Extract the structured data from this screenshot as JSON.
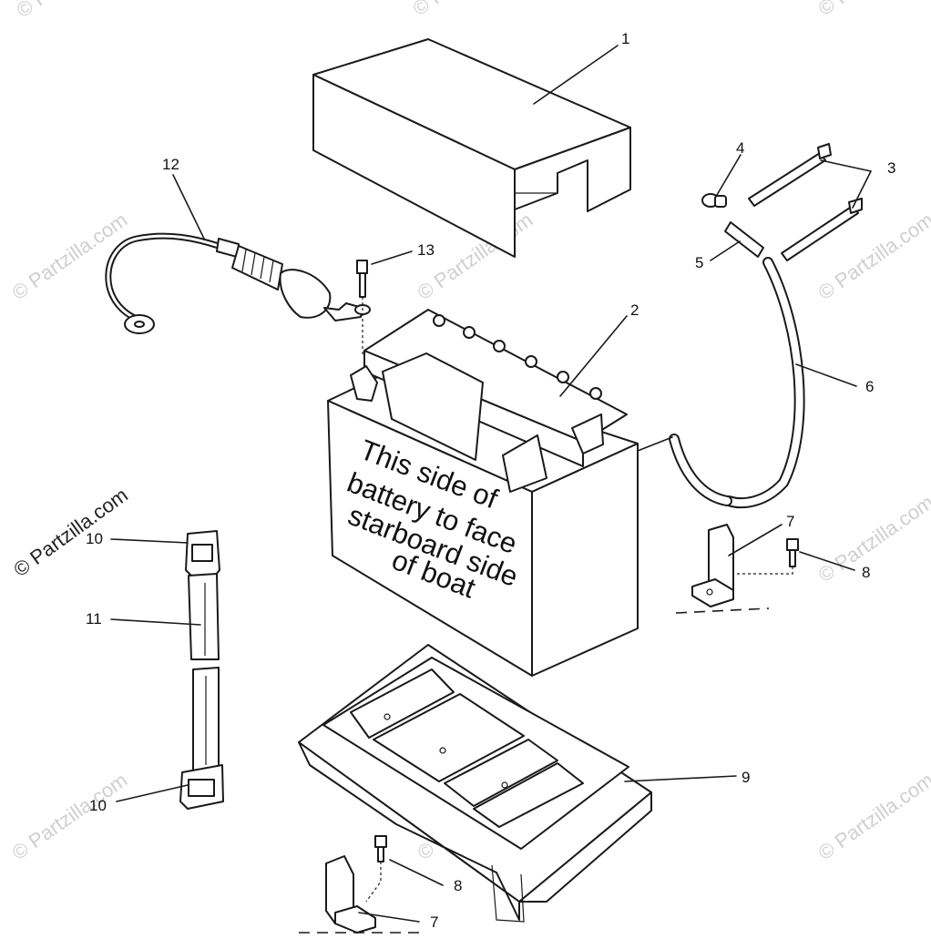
{
  "battery_label": {
    "lines": [
      "This side of",
      "battery to face",
      "starboard side",
      "of boat"
    ]
  },
  "callouts": {
    "c1": "1",
    "c2": "2",
    "c3": "3",
    "c4": "4",
    "c5": "5",
    "c6": "6",
    "c7a": "7",
    "c7b": "7",
    "c8a": "8",
    "c8b": "8",
    "c9": "9",
    "c10a": "10",
    "c10b": "10",
    "c11": "11",
    "c12": "12",
    "c13": "13"
  },
  "watermark": {
    "text": "© Partzilla.com"
  },
  "colors": {
    "ink": "#1a1a1a",
    "watermark": "#cfcfcf"
  }
}
